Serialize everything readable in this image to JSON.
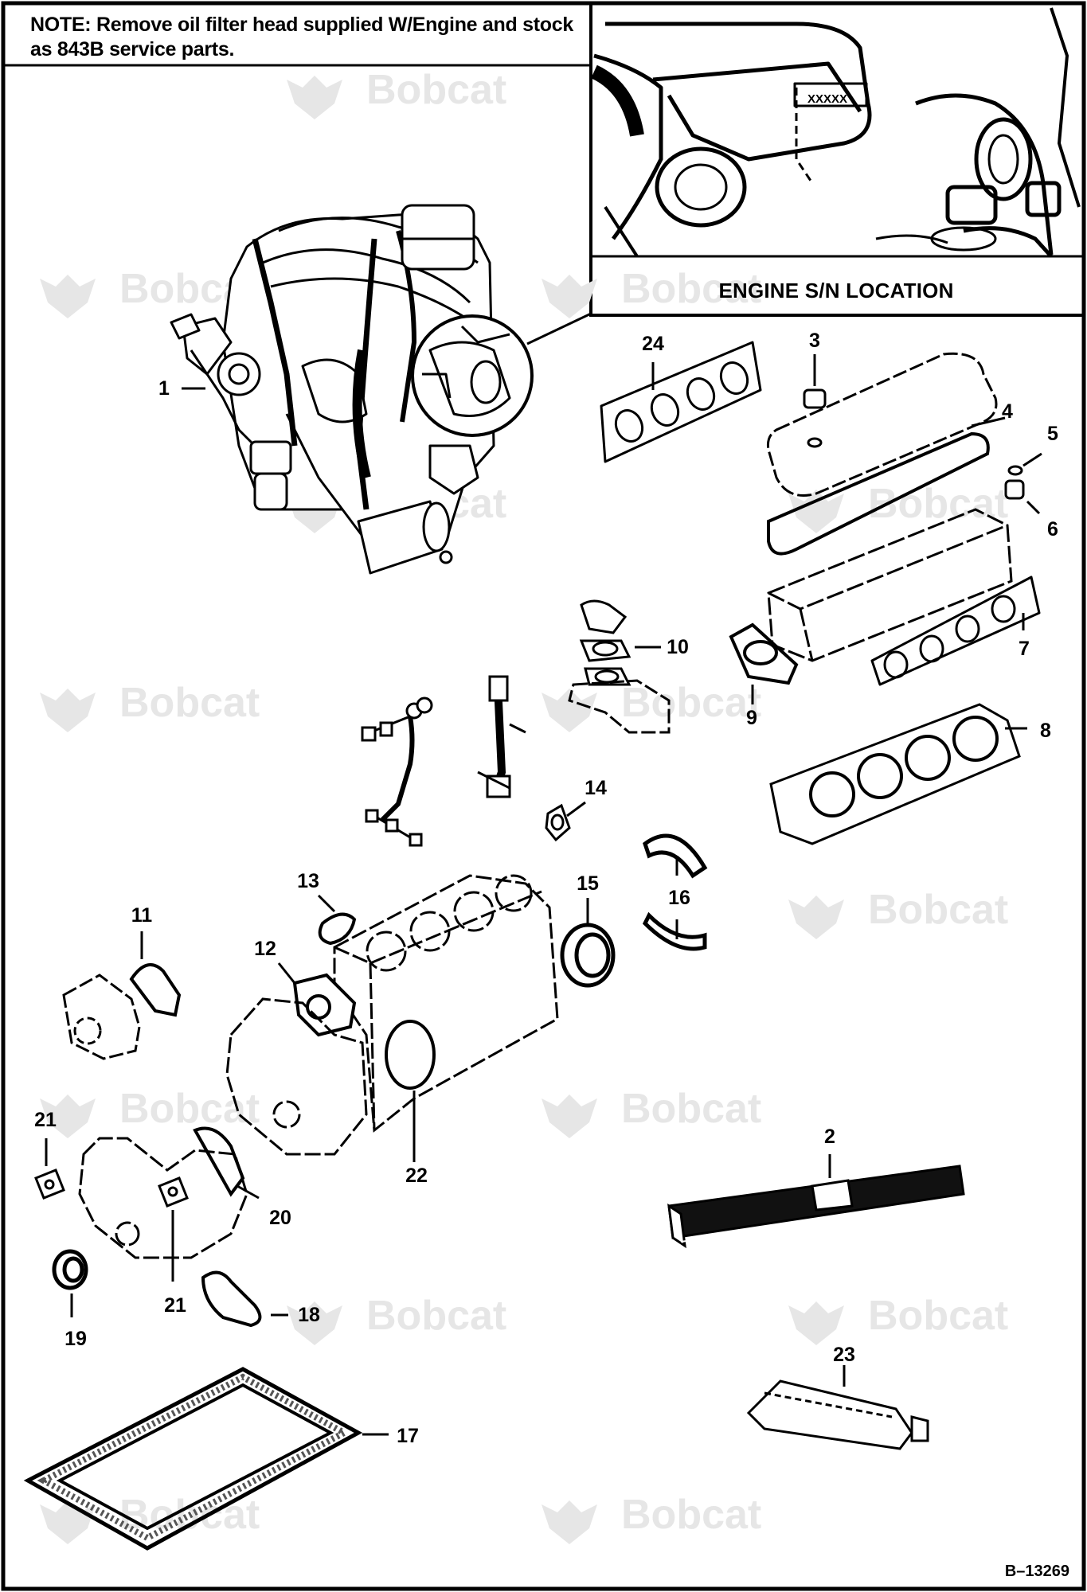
{
  "note": {
    "label": "NOTE:",
    "text": "Remove oil filter head supplied W/Engine and stock as 843B service parts."
  },
  "inset": {
    "caption": "ENGINE S/N LOCATION",
    "serial_stamp": "XXXXX"
  },
  "watermark": {
    "brand": "Bobcat"
  },
  "figure_ref": "B–13269",
  "callouts": [
    {
      "id": "1",
      "label": "1"
    },
    {
      "id": "2",
      "label": "2"
    },
    {
      "id": "3",
      "label": "3"
    },
    {
      "id": "4",
      "label": "4"
    },
    {
      "id": "5",
      "label": "5"
    },
    {
      "id": "6",
      "label": "6"
    },
    {
      "id": "7",
      "label": "7"
    },
    {
      "id": "8",
      "label": "8"
    },
    {
      "id": "9",
      "label": "9"
    },
    {
      "id": "10",
      "label": "10"
    },
    {
      "id": "11",
      "label": "11"
    },
    {
      "id": "12",
      "label": "12"
    },
    {
      "id": "13",
      "label": "13"
    },
    {
      "id": "14",
      "label": "14"
    },
    {
      "id": "15",
      "label": "15"
    },
    {
      "id": "16",
      "label": "16"
    },
    {
      "id": "17",
      "label": "17"
    },
    {
      "id": "18",
      "label": "18"
    },
    {
      "id": "19",
      "label": "19"
    },
    {
      "id": "20",
      "label": "20"
    },
    {
      "id": "21a",
      "label": "21"
    },
    {
      "id": "21b",
      "label": "21"
    },
    {
      "id": "22",
      "label": "22"
    },
    {
      "id": "23",
      "label": "23"
    },
    {
      "id": "24",
      "label": "24"
    }
  ]
}
